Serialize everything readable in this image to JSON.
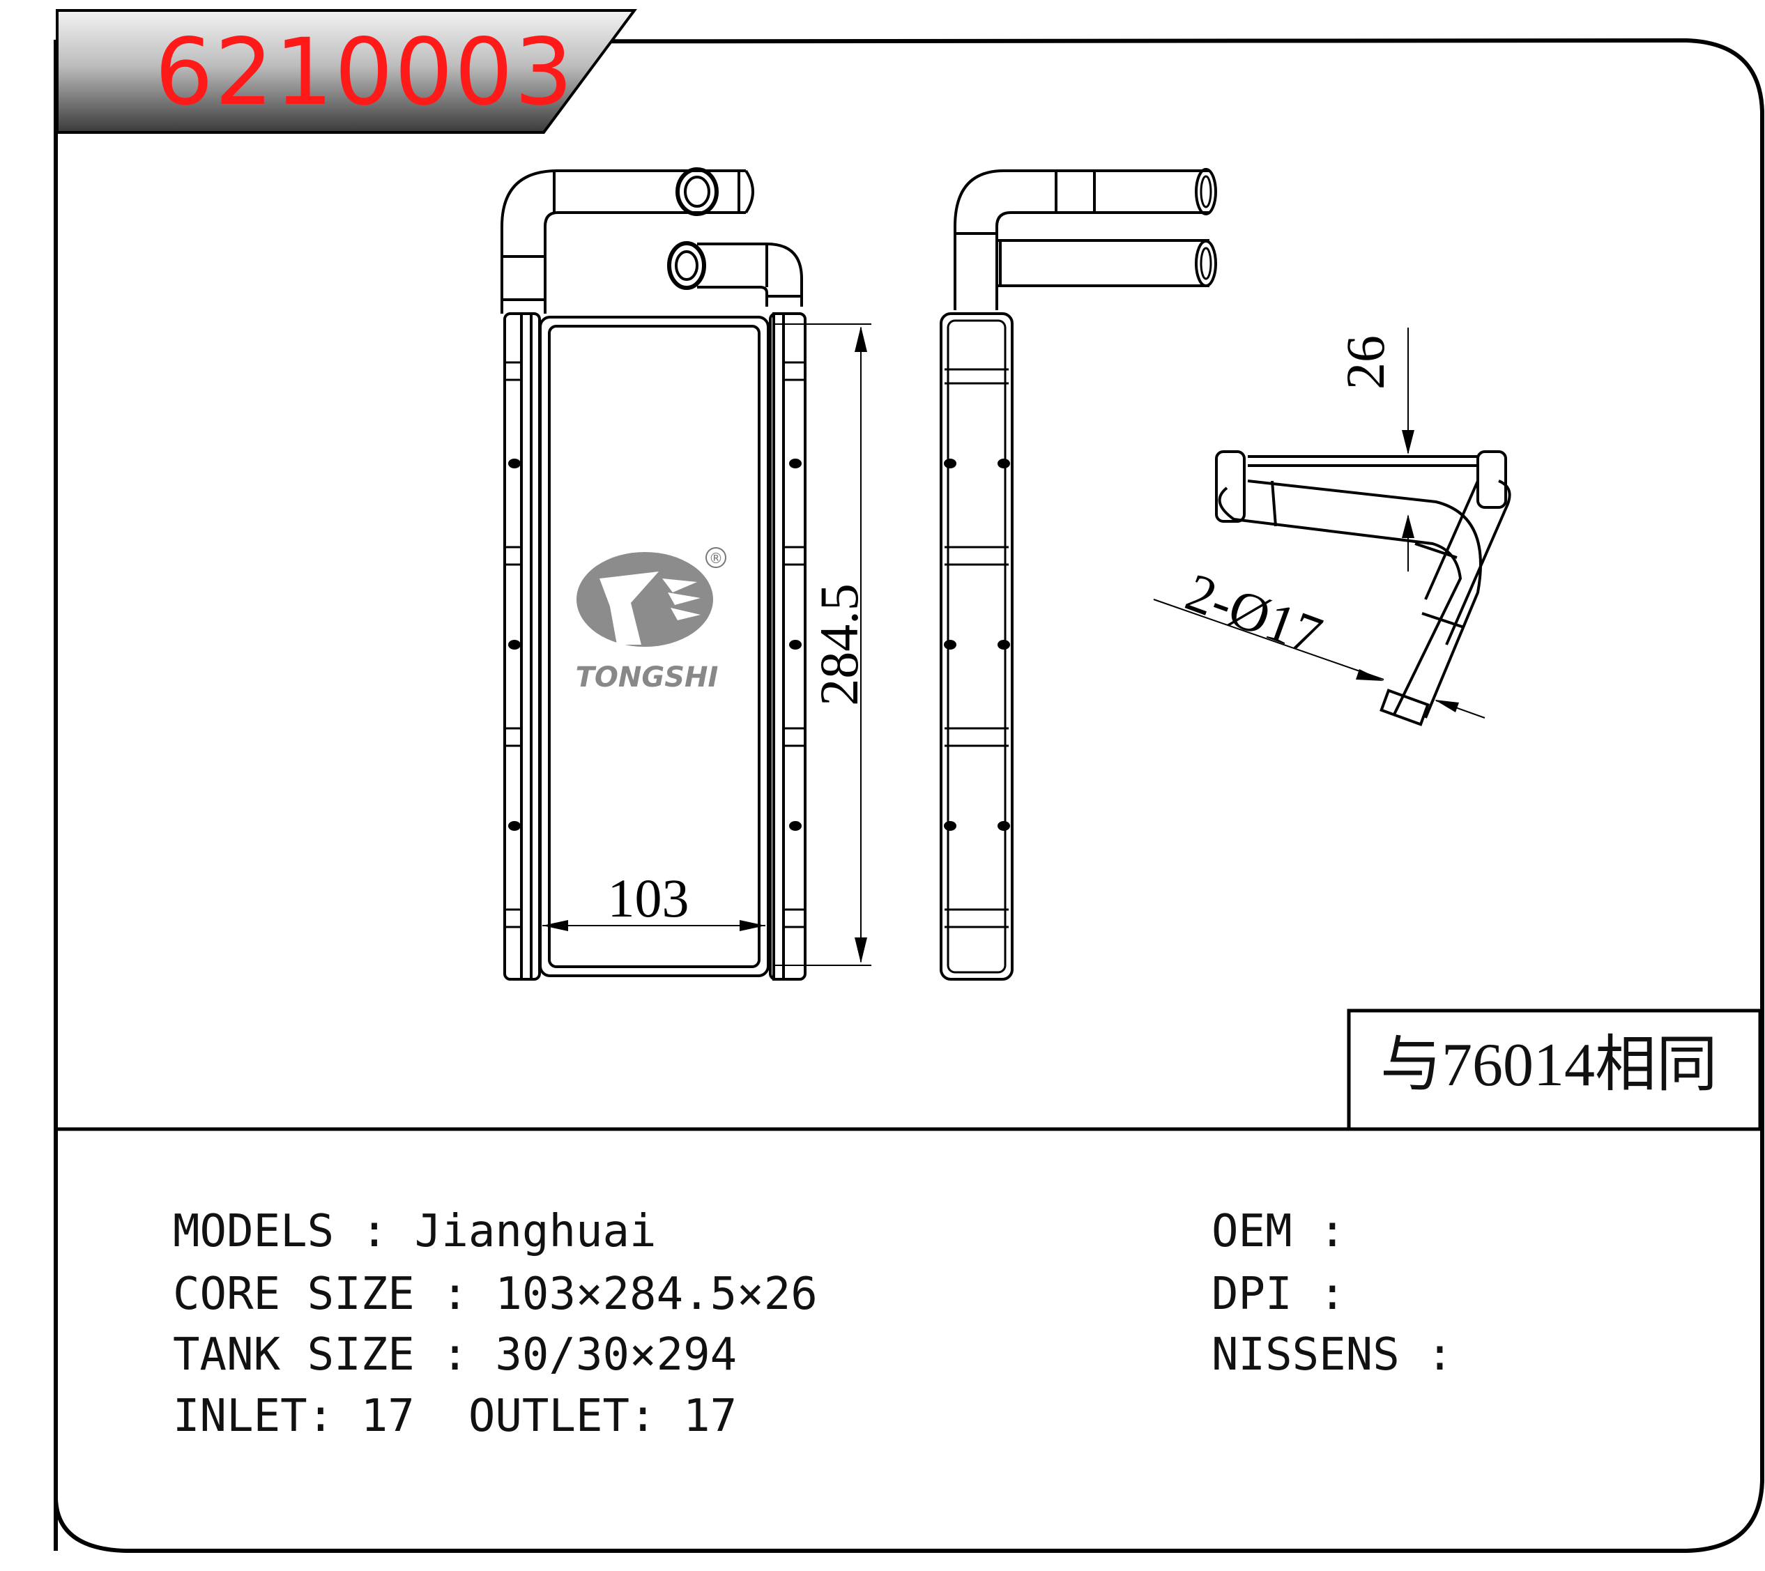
{
  "header": {
    "part_number": "6210003",
    "accent_color": "#ff1a1a"
  },
  "drawing": {
    "dimensions": {
      "core_height": "284.5",
      "core_width": "103",
      "core_depth": "26",
      "pipes": "2-Ø17"
    },
    "logo": {
      "brand": "TONGSHI",
      "registered_mark": "®"
    }
  },
  "note": "与76014相同",
  "specs": {
    "models": {
      "label": "MODELS",
      "value": "Jianghuai"
    },
    "core_size": {
      "label": "CORE SIZE",
      "value": "103×284.5×26"
    },
    "tank_size": {
      "label": "TANK SIZE",
      "value": "30/30×294"
    },
    "inlet": {
      "label": "INLET",
      "value": "17"
    },
    "outlet": {
      "label": "OUTLET",
      "value": "17"
    },
    "oem": {
      "label": "OEM",
      "value": ""
    },
    "dpi": {
      "label": "DPI",
      "value": ""
    },
    "nissens": {
      "label": "NISSENS",
      "value": ""
    }
  }
}
